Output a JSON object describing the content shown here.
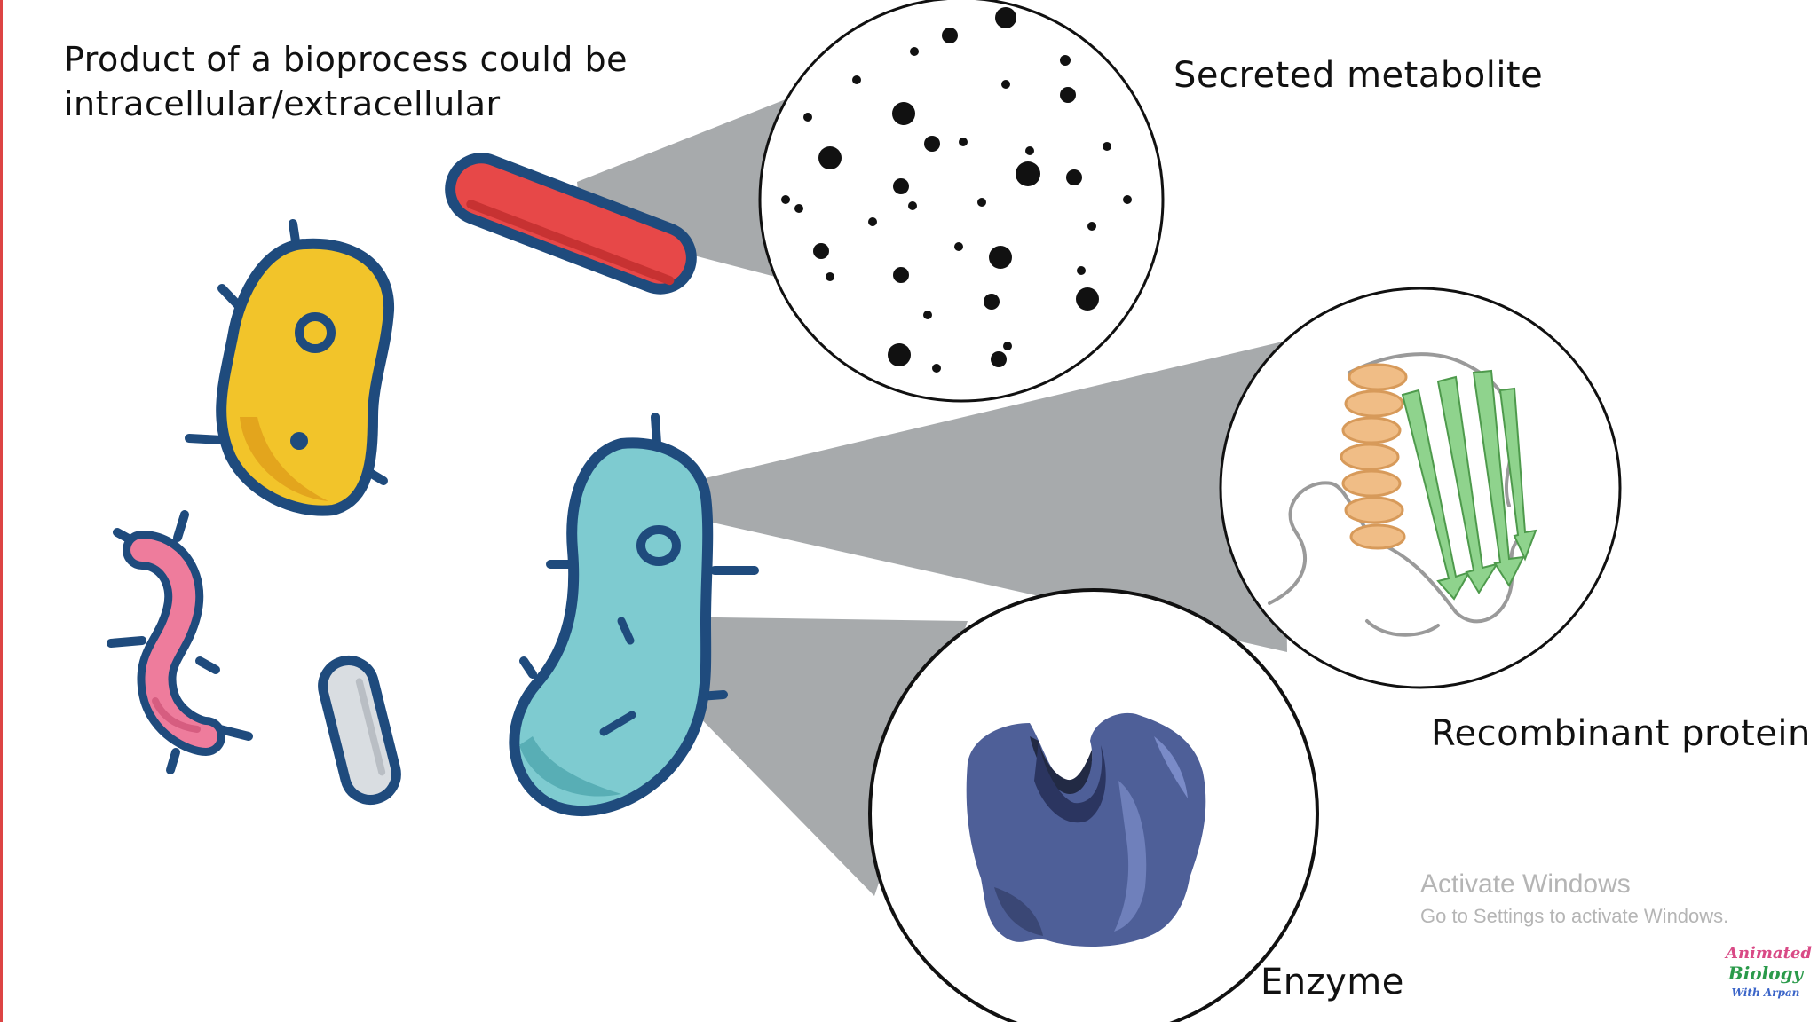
{
  "title": {
    "line1": "Product of a bioprocess could be",
    "line2": "intracellular/extracellular"
  },
  "labels": {
    "secreted_metabolite": "Secreted metabolite",
    "recombinant_protein": "Recombinant protein",
    "enzyme": "Enzyme"
  },
  "watermark": {
    "line1": "Activate Windows",
    "line2": "Go to Settings to activate Windows."
  },
  "logo": {
    "line1": "Animated",
    "line2": "Biology",
    "line3": "With Arpan"
  },
  "colors": {
    "outline": "#1f4b7d",
    "yellow_cell": "#f2c42a",
    "yellow_shade": "#e3a51d",
    "red_rod": "#e74848",
    "pink_spiral": "#ee7c9c",
    "grey_rod": "#d9dde1",
    "teal_cell": "#7ecbd0",
    "teal_shade": "#58aeb5",
    "cone": "#a7aaac",
    "protein_helix": "#f0bd86",
    "protein_sheet": "#8fd38d",
    "enzyme_blue": "#4e5f98"
  }
}
